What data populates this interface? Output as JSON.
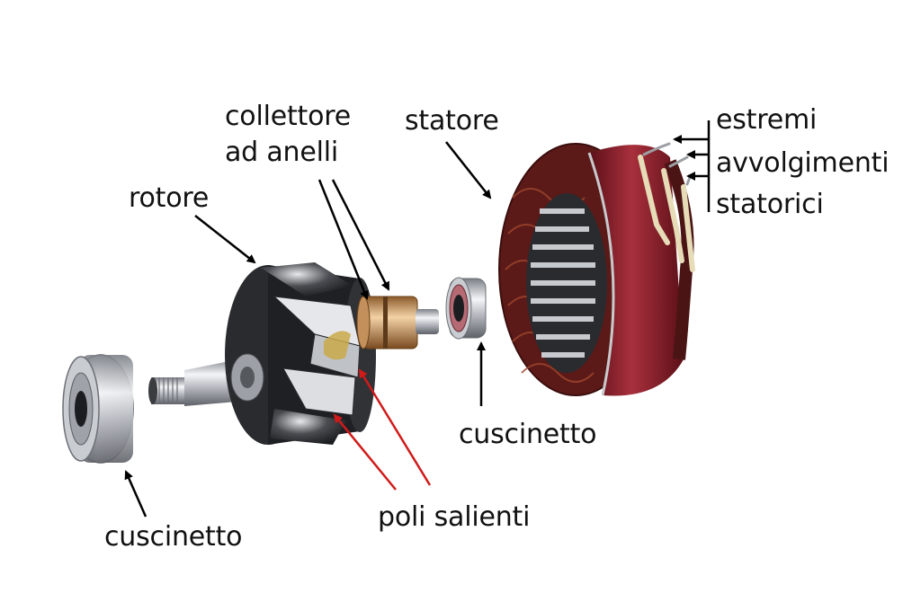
{
  "diagram": {
    "subject": "alternatore esploso",
    "colors": {
      "label_text": "#111111",
      "black_arrow": "#000000",
      "red_arrow": "#d11a1a",
      "stator_red": "#7a1a22",
      "copper": "#8a2a1a",
      "steel": "#b9bcc2"
    },
    "labels": {
      "collettore_line1": "collettore",
      "collettore_line2": "ad anelli",
      "statore": "statore",
      "rotore": "rotore",
      "estremi_line1": "estremi",
      "estremi_line2": "avvolgimenti",
      "estremi_line3": "statorici",
      "cuscinetto_right": "cuscinetto",
      "cuscinetto_left": "cuscinetto",
      "poli_salienti": "poli salienti"
    },
    "components": [
      {
        "id": "rotore",
        "name": "rotore"
      },
      {
        "id": "collettore",
        "name": "collettore ad anelli"
      },
      {
        "id": "statore",
        "name": "statore"
      },
      {
        "id": "cuscinetto-left",
        "name": "cuscinetto"
      },
      {
        "id": "cuscinetto-right",
        "name": "cuscinetto"
      },
      {
        "id": "poli-salienti",
        "name": "poli salienti"
      },
      {
        "id": "estremi",
        "name": "estremi avvolgimenti statorici"
      }
    ]
  }
}
